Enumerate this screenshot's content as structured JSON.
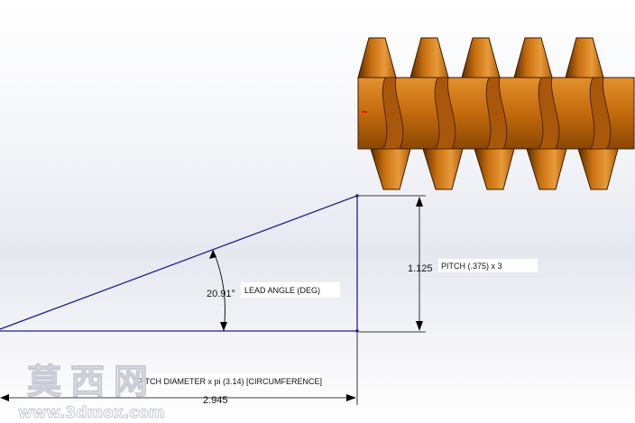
{
  "labels": {
    "lead_angle_value": "20.91°",
    "lead_angle_text": "LEAD ANGLE (DEG)",
    "pitch_value": "1.125",
    "pitch_text": "PITCH (.375) x 3",
    "circumference_text": "PITCH DIAMETER x pi (3.14) [CIRCUMFERENCE]",
    "circumference_value": "2.945"
  },
  "watermark": {
    "chinese": "莫西网",
    "url": "www.3dmox.com"
  },
  "colors": {
    "triangle_line": "#1f1f8f",
    "dimension_line": "#000000",
    "worm_body": "#c8700f",
    "worm_dark": "#6a3200",
    "worm_light": "#e89a3a"
  }
}
